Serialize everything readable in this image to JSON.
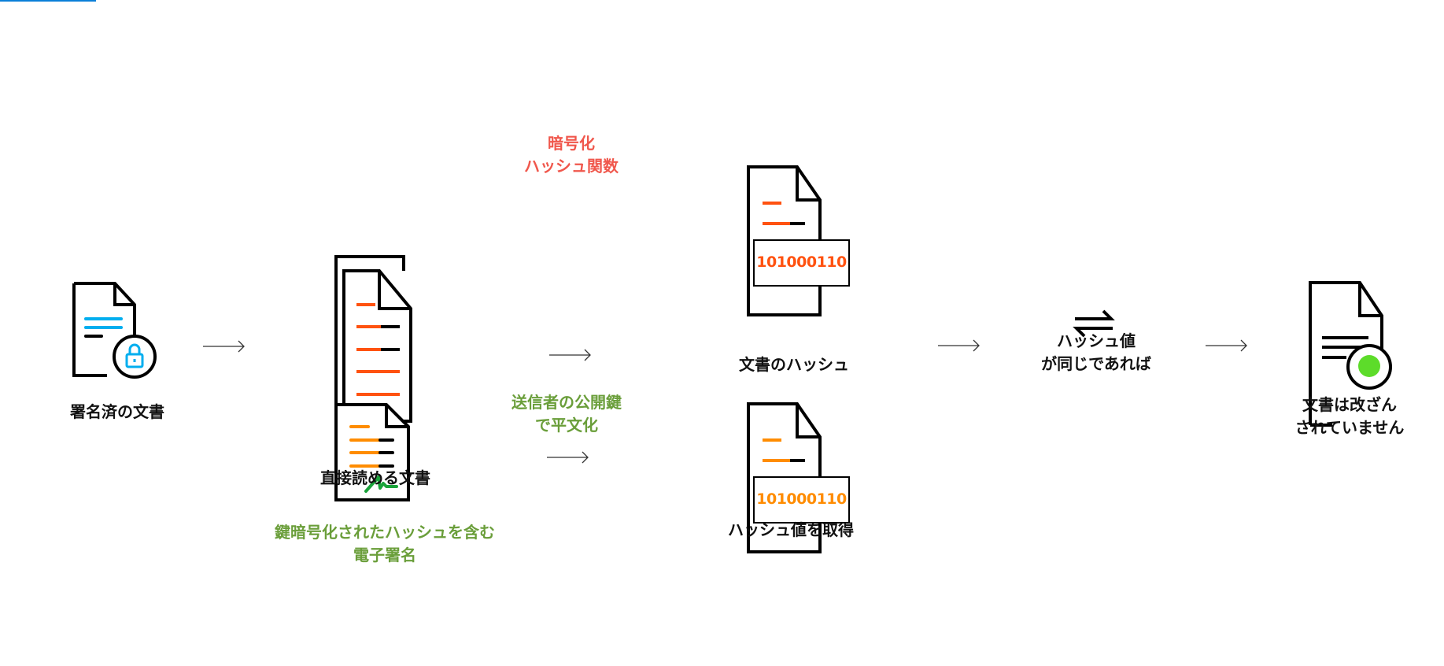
{
  "nodes": {
    "signed_doc": {
      "label": "署名済の文書"
    },
    "readable_doc": {
      "label": "直接読める文書"
    },
    "signature": {
      "label_lines": [
        "鍵暗号化されたハッシュを含む",
        "電子署名"
      ]
    },
    "doc_hash": {
      "label": "文書のハッシュ",
      "hash_value": "101000110"
    },
    "obtained_hash": {
      "label": "ハッシュ値を取得",
      "hash_value": "101000110"
    },
    "compare": {
      "label_lines": [
        "ハッシュ値",
        "が同じであれば"
      ]
    },
    "result": {
      "label_lines": [
        "文書は改ざん",
        "されていません"
      ]
    }
  },
  "edges": {
    "hash_function": {
      "label_lines": [
        "暗号化",
        "ハッシュ関数"
      ]
    },
    "decrypt": {
      "label_lines": [
        "送信者の公開鍵",
        "で平文化"
      ]
    }
  },
  "colors": {
    "blue": "#00aeef",
    "red_orange": "#ff5210",
    "orange": "#ff8c00",
    "red_text": "#f0574c",
    "green_text": "#6a9e3a",
    "signature_green": "#1aa33a",
    "ok_green": "#5ddc2a"
  }
}
